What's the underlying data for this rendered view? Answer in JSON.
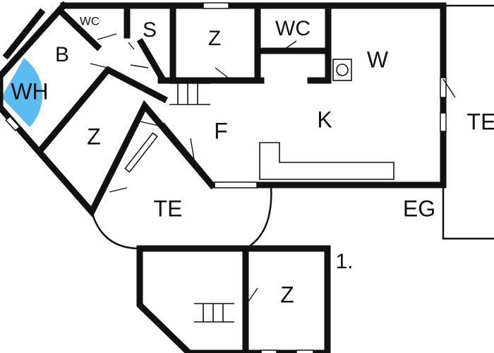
{
  "rooms": {
    "wc_small": "WC",
    "b": "B",
    "wh": "WH",
    "s": "S",
    "z_top": "Z",
    "wc": "WC",
    "w": "W",
    "te_right": "TE",
    "k": "K",
    "f": "F",
    "z_left": "Z",
    "te_bottom": "TE",
    "eg": "EG",
    "z_lower": "Z"
  },
  "floor_label": "1.",
  "colors": {
    "walls": "#111111",
    "whirlpool": "#5bbcf2",
    "background": "#ffffff"
  },
  "icons": {
    "stairs": "stairs-icon",
    "stove": "stove-icon",
    "whirlpool": "whirlpool-icon"
  }
}
